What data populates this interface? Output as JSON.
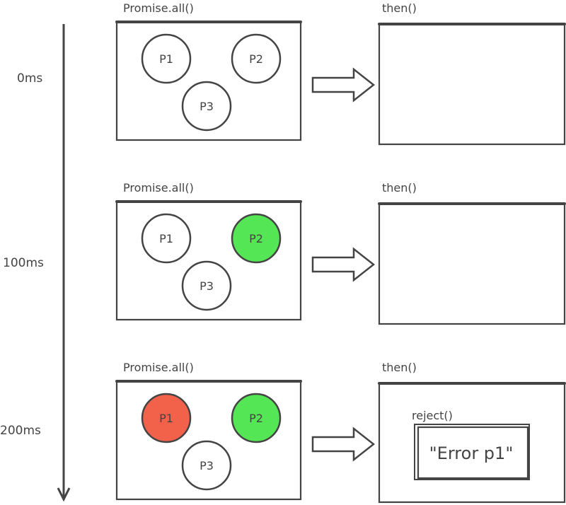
{
  "timeline": {
    "ticks": [
      "0ms",
      "100ms",
      "200ms"
    ]
  },
  "rows": [
    {
      "time": "0ms",
      "left_title": "Promise.all()",
      "right_title": "then()",
      "promises": [
        {
          "label": "P1",
          "state": "pending"
        },
        {
          "label": "P2",
          "state": "pending"
        },
        {
          "label": "P3",
          "state": "pending"
        }
      ],
      "result": null
    },
    {
      "time": "100ms",
      "left_title": "Promise.all()",
      "right_title": "then()",
      "promises": [
        {
          "label": "P1",
          "state": "pending"
        },
        {
          "label": "P2",
          "state": "resolved"
        },
        {
          "label": "P3",
          "state": "pending"
        }
      ],
      "result": null
    },
    {
      "time": "200ms",
      "left_title": "Promise.all()",
      "right_title": "then()",
      "promises": [
        {
          "label": "P1",
          "state": "rejected"
        },
        {
          "label": "P2",
          "state": "resolved"
        },
        {
          "label": "P3",
          "state": "pending"
        }
      ],
      "result": {
        "call": "reject()",
        "value": "\"Error p1\""
      }
    }
  ],
  "colors": {
    "stroke": "#444444",
    "pending": "#ffffff",
    "resolved": "#55e655",
    "rejected": "#f2614a"
  }
}
